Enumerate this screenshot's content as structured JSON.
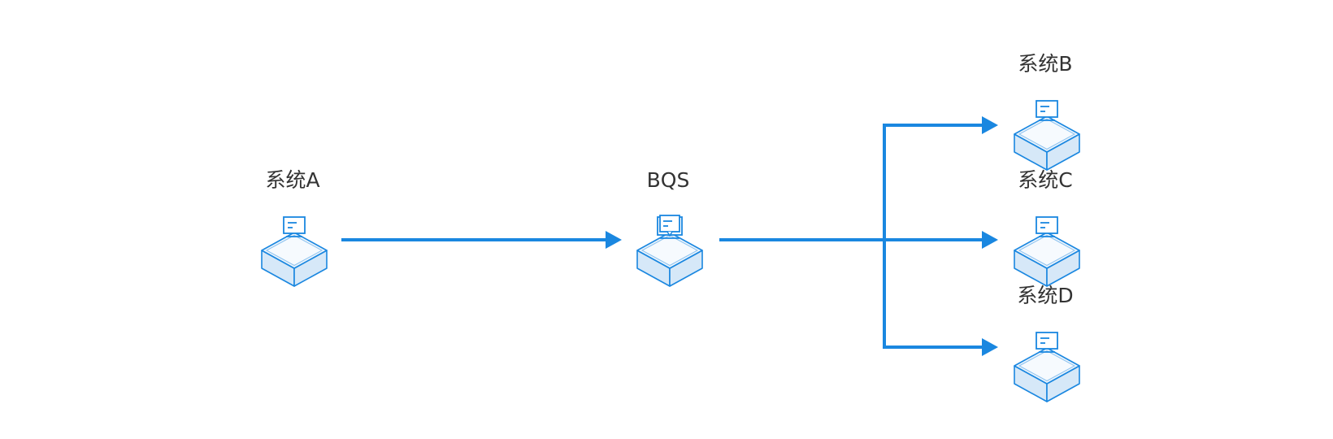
{
  "nodes": [
    {
      "id": "system-a",
      "label": "系统A",
      "icon": "server-monitor-icon"
    },
    {
      "id": "bqs",
      "label": "BQS",
      "icon": "message-queue-icon"
    },
    {
      "id": "system-b",
      "label": "系统B",
      "icon": "server-monitor-icon"
    },
    {
      "id": "system-c",
      "label": "系统C",
      "icon": "server-monitor-icon"
    },
    {
      "id": "system-d",
      "label": "系统D",
      "icon": "server-monitor-icon"
    }
  ],
  "edges": [
    {
      "from": "system-a",
      "to": "bqs"
    },
    {
      "from": "bqs",
      "to": "system-b"
    },
    {
      "from": "bqs",
      "to": "system-c"
    },
    {
      "from": "bqs",
      "to": "system-d"
    }
  ],
  "colors": {
    "accent": "#1a87e0",
    "icon_fill": "#e8f2fb",
    "icon_fill_dark": "#d6e8f8",
    "label": "#333333"
  }
}
